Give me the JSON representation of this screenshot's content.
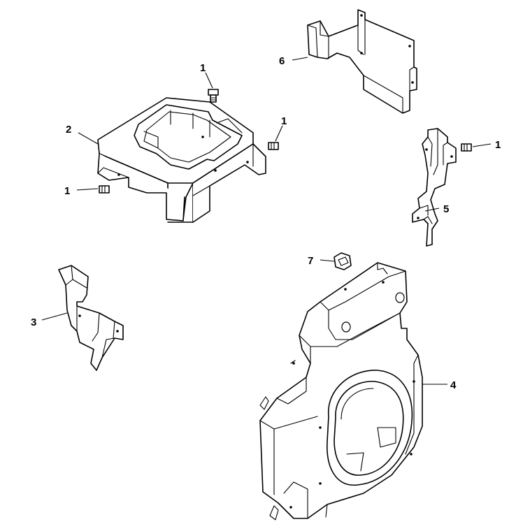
{
  "diagram": {
    "callouts": {
      "c1a": "1",
      "c1b": "1",
      "c1c": "1",
      "c1d": "1",
      "c2": "2",
      "c3": "3",
      "c4": "4",
      "c5": "5",
      "c6": "6",
      "c7": "7"
    },
    "colors": {
      "line": "#000000",
      "background": "#ffffff"
    }
  }
}
